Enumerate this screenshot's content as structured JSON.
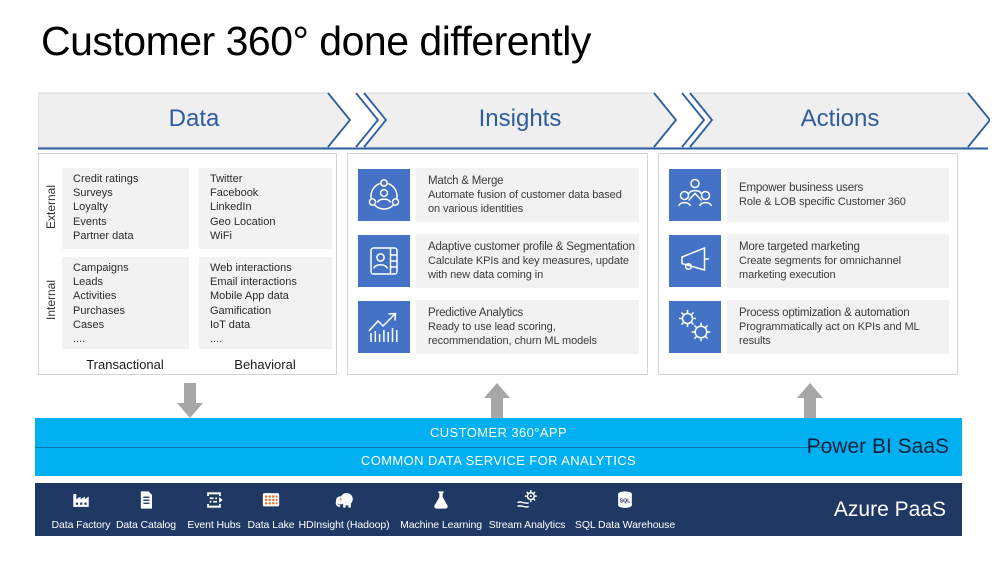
{
  "title": "Customer 360° done differently",
  "colors": {
    "accent_blue": "#2E5C9E",
    "icon_blue": "#4472C4",
    "cyan_band": "#00B0F0",
    "navy_band": "#1F3864",
    "arrow_gray": "#A6A6A6",
    "panel_gray": "#F2F2F2"
  },
  "pipeline": {
    "stages": [
      {
        "label": "Data"
      },
      {
        "label": "Insights"
      },
      {
        "label": "Actions"
      }
    ]
  },
  "data_panel": {
    "row_labels": [
      "External",
      "Internal"
    ],
    "col_labels": [
      "Transactional",
      "Behavioral"
    ],
    "cells": [
      {
        "row": "External",
        "col": "Transactional",
        "items": [
          "Credit ratings",
          "Surveys",
          "Loyalty",
          "Events",
          "Partner data"
        ]
      },
      {
        "row": "External",
        "col": "Behavioral",
        "items": [
          "Twitter",
          "Facebook",
          "LinkedIn",
          "Geo Location",
          "WiFi"
        ]
      },
      {
        "row": "Internal",
        "col": "Transactional",
        "items": [
          "Campaigns",
          "Leads",
          "Activities",
          "Purchases",
          "Cases",
          "...."
        ]
      },
      {
        "row": "Internal",
        "col": "Behavioral",
        "items": [
          "Web interactions",
          "Email interactions",
          "Mobile App data",
          "Gamification",
          "IoT data",
          "...."
        ]
      }
    ]
  },
  "insights_panel": {
    "items": [
      {
        "icon": "match-merge-icon",
        "title": "Match & Merge",
        "desc": "Automate fusion of customer data based on various identities"
      },
      {
        "icon": "customer-profile-icon",
        "title": "Adaptive customer profile & Segmentation",
        "desc": "Calculate KPIs and key measures, update with new data coming in"
      },
      {
        "icon": "predictive-analytics-icon",
        "title": "Predictive Analytics",
        "desc": "Ready to use lead scoring, recommendation, churn ML models"
      }
    ]
  },
  "actions_panel": {
    "items": [
      {
        "icon": "business-users-icon",
        "title": "Empower business users",
        "desc": "Role & LOB specific Customer 360"
      },
      {
        "icon": "megaphone-icon",
        "title": "More targeted marketing",
        "desc": "Create segments for omnichannel marketing execution"
      },
      {
        "icon": "gears-icon",
        "title": "Process optimization & automation",
        "desc": "Programmatically act on KPIs and ML results"
      }
    ]
  },
  "saas_band": {
    "line1": "CUSTOMER 360°APP",
    "line2": "COMMON DATA SERVICE FOR ANALYTICS",
    "right_label": "Power BI SaaS"
  },
  "paas_band": {
    "right_label": "Azure PaaS",
    "services": [
      {
        "icon": "data-factory-icon",
        "label": "Data Factory"
      },
      {
        "icon": "data-catalog-icon",
        "label": "Data Catalog"
      },
      {
        "icon": "event-hubs-icon",
        "label": "Event Hubs"
      },
      {
        "icon": "data-lake-icon",
        "label": "Data Lake"
      },
      {
        "icon": "hdinsight-icon",
        "label": "HDInsight (Hadoop)"
      },
      {
        "icon": "machine-learning-icon",
        "label": "Machine Learning"
      },
      {
        "icon": "stream-analytics-icon",
        "label": "Stream Analytics"
      },
      {
        "icon": "sql-data-warehouse-icon",
        "label": "SQL Data Warehouse"
      }
    ]
  }
}
